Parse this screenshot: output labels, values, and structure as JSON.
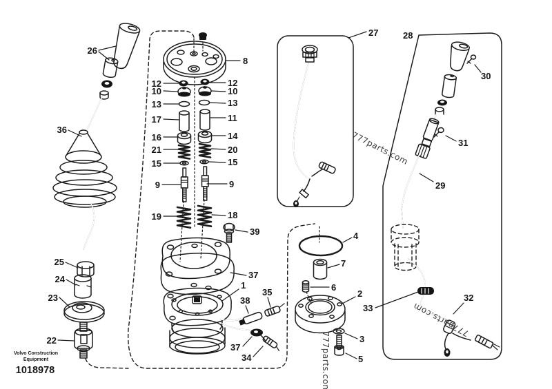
{
  "watermark": "777parts.com",
  "footer": {
    "company_line1": "Volvo Construction",
    "company_line2": "Equipment",
    "figure_number": "1018978"
  },
  "parts": {
    "1": "1",
    "2": "2",
    "3": "3",
    "4": "4",
    "5": "5",
    "6": "6",
    "7": "7",
    "8": "8",
    "9": "9",
    "10": "10",
    "11": "11",
    "12": "12",
    "13": "13",
    "14": "14",
    "15": "15",
    "16": "16",
    "17": "17",
    "18": "18",
    "19": "19",
    "20": "20",
    "21": "21",
    "22": "22",
    "23": "23",
    "24": "24",
    "25": "25",
    "26": "26",
    "27": "27",
    "28": "28",
    "29": "29",
    "30": "30",
    "31": "31",
    "32": "32",
    "33": "33",
    "34": "34",
    "35": "35",
    "36": "36",
    "37": "37",
    "38": "38",
    "39": "39"
  }
}
